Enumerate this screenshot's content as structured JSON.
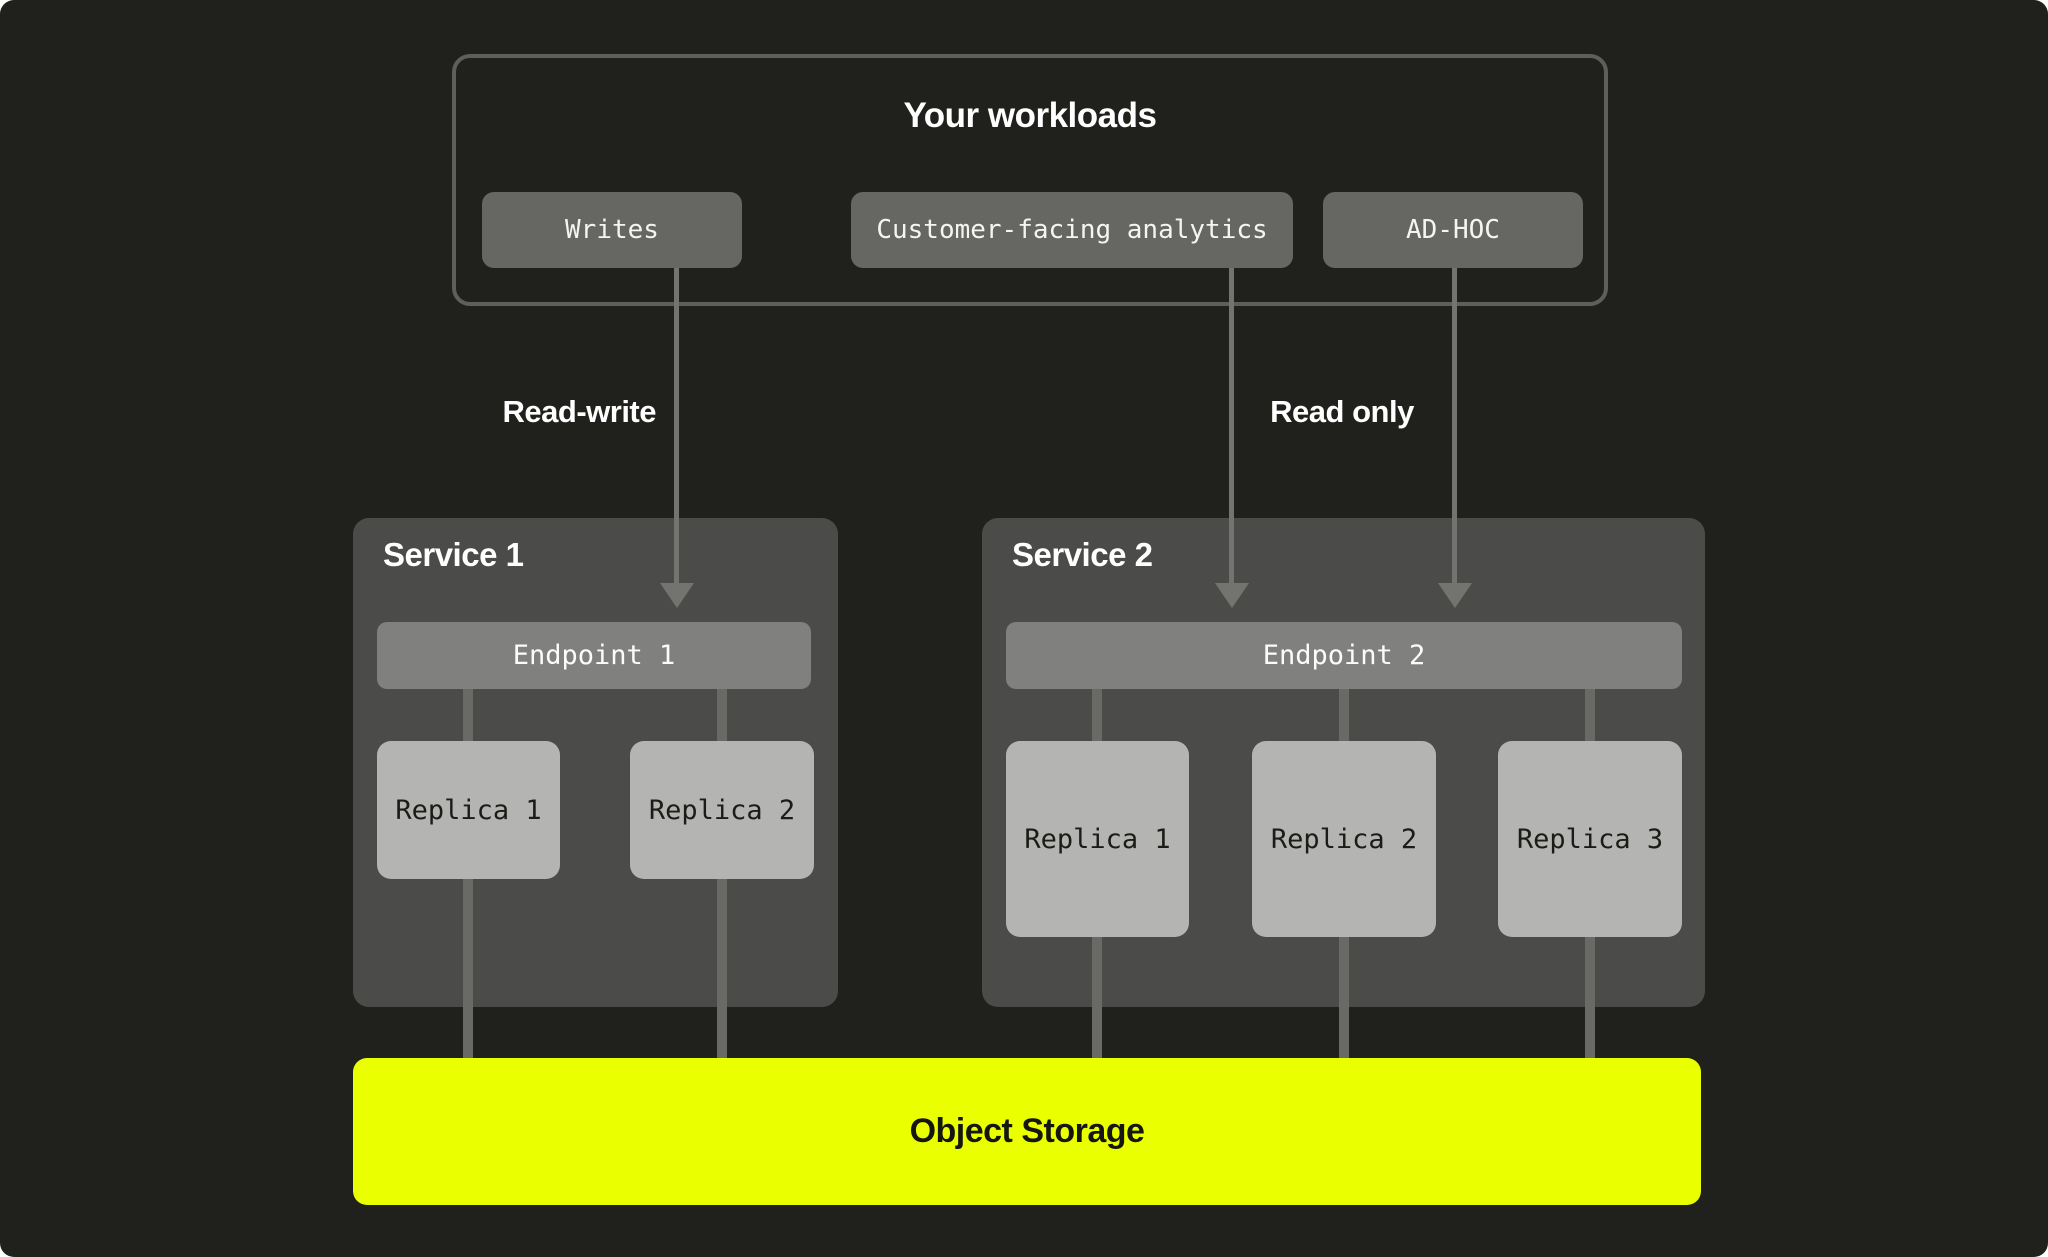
{
  "diagram": {
    "workloads": {
      "title": "Your workloads",
      "buttons": [
        {
          "label": "Writes"
        },
        {
          "label": "Customer-facing analytics"
        },
        {
          "label": "AD-HOC"
        }
      ]
    },
    "flows": [
      {
        "label": "Read-write"
      },
      {
        "label": "Read only"
      }
    ],
    "services": [
      {
        "title": "Service 1",
        "endpoint": "Endpoint 1",
        "replicas": [
          "Replica 1",
          "Replica 2"
        ]
      },
      {
        "title": "Service 2",
        "endpoint": "Endpoint 2",
        "replicas": [
          "Replica 1",
          "Replica 2",
          "Replica 3"
        ]
      }
    ],
    "storage": {
      "label": "Object Storage"
    },
    "colors": {
      "background": "#20211C",
      "surface": "#4B4C49",
      "surface_border": "#5E5F5D",
      "chip": "#666763",
      "endpoint": "#80817E",
      "replica": "#B4B5B2",
      "connector": "#696A66",
      "arrow": "#73746F",
      "accent": "#EAFF00",
      "text_light": "#FFFFFF",
      "text_dark": "#1B1C17"
    }
  }
}
